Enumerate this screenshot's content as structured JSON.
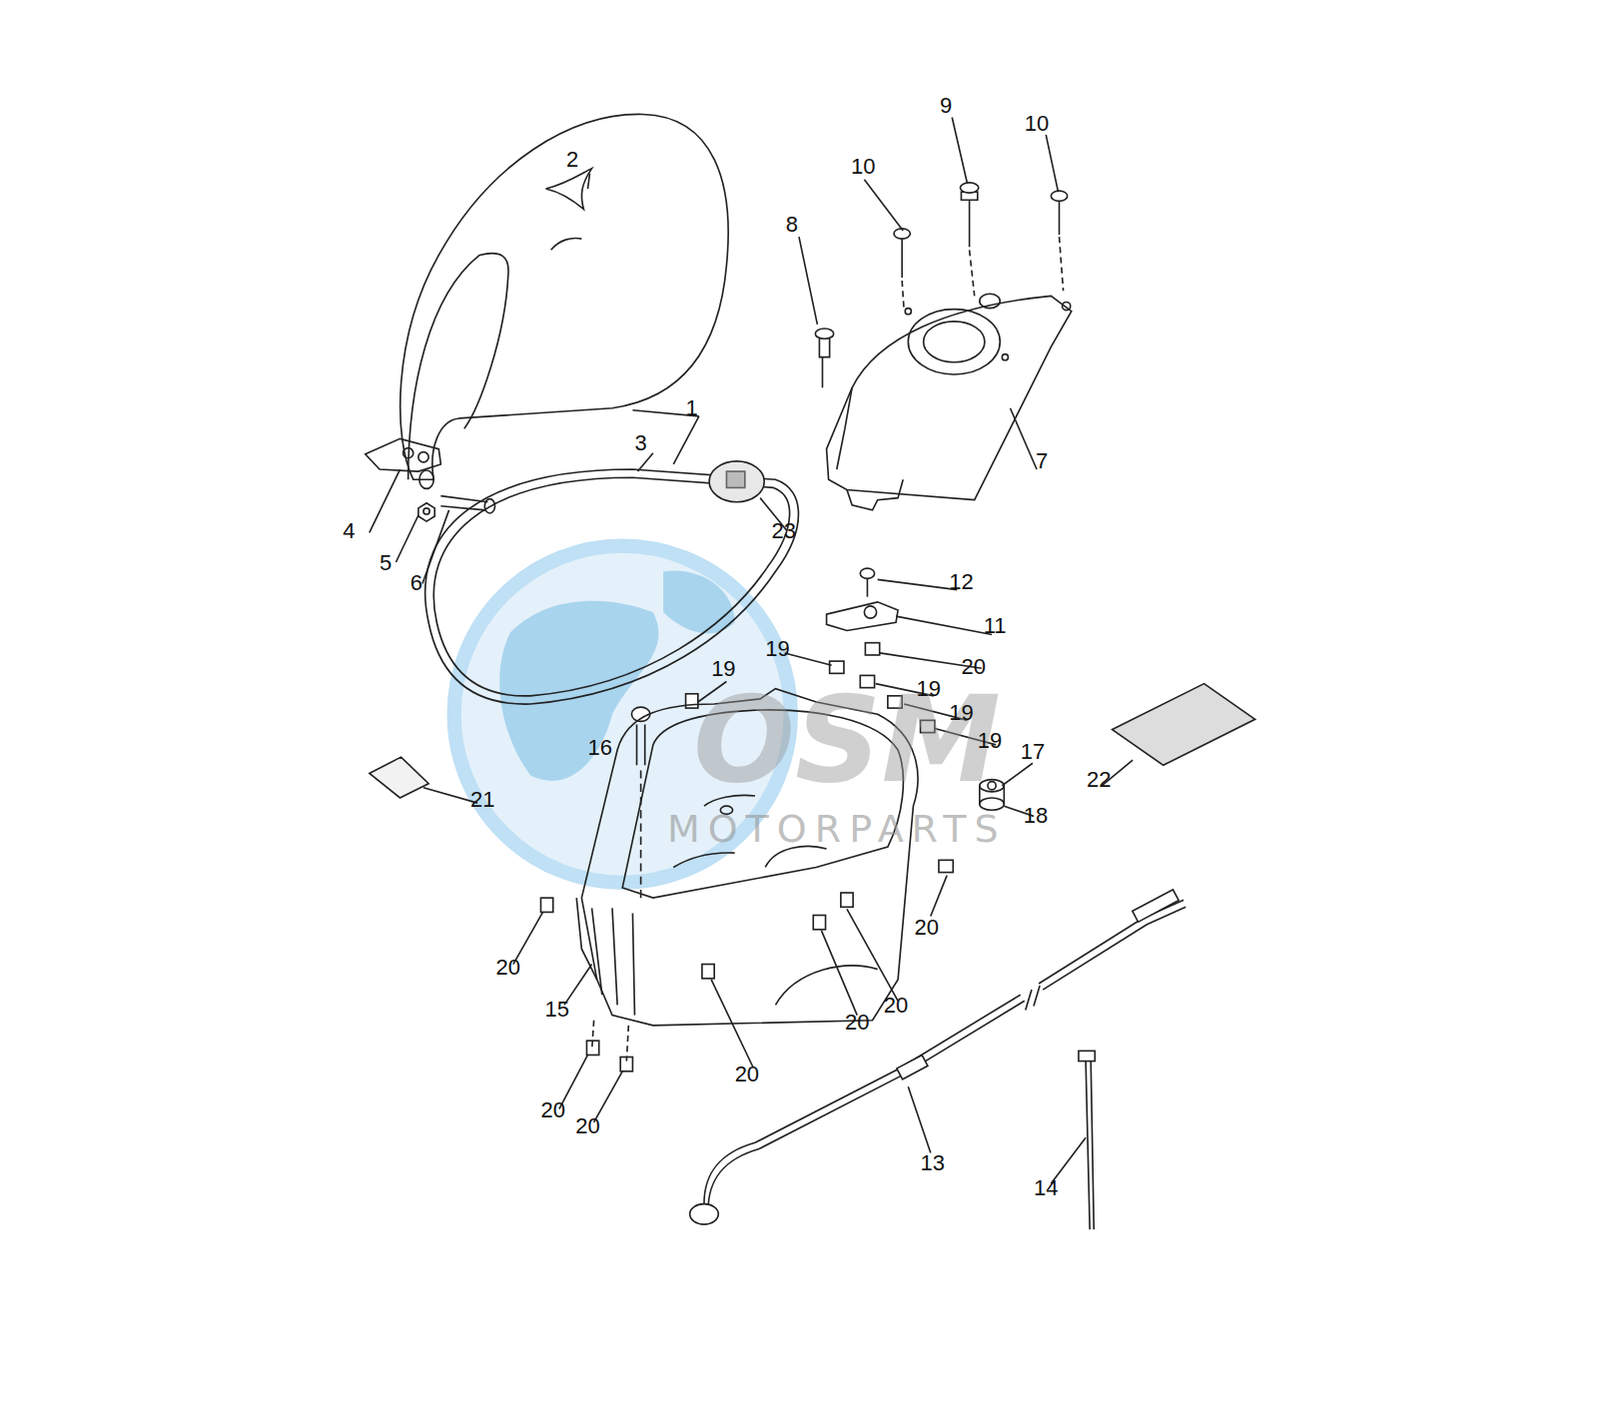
{
  "diagram": {
    "labels": [
      "2",
      "10",
      "9",
      "10",
      "8",
      "1",
      "3",
      "7",
      "4",
      "5",
      "6",
      "23",
      "12",
      "11",
      "19",
      "20",
      "19",
      "19",
      "19",
      "19",
      "16",
      "17",
      "22",
      "21",
      "18",
      "20",
      "20",
      "15",
      "20",
      "20",
      "20",
      "20",
      "20",
      "13",
      "14",
      "OSM",
      "MOTORPARTS"
    ]
  }
}
